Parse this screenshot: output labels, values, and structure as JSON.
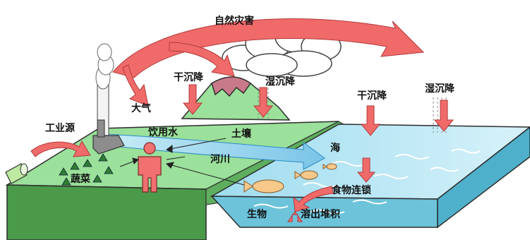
{
  "labels": {
    "natural_disaster": "自然灾害",
    "dry_deposition_left": "干沉降",
    "wet_deposition_left": "湿沉降",
    "dry_deposition_right": "干沉降",
    "wet_deposition_right": "湿沉降",
    "atmosphere": "大气",
    "industrial_source": "工业源",
    "drinking_water": "饮用水",
    "soil": "土壤",
    "river": "河川",
    "sea": "海",
    "vegetables": "蔬菜",
    "food_chain": "食物连锁",
    "organisms": "生物",
    "dissolution_deposition": "溶出堆积"
  },
  "colors": {
    "arrow_red": "#f06a6a",
    "land_green": "#9be09b",
    "land_side": "#4a9a4a",
    "sea_top": "#bfe8f5",
    "sea_side": "#6cc3da",
    "person": "#f27070",
    "fish": "#f6c98a",
    "mountain": "#c97a8a"
  }
}
